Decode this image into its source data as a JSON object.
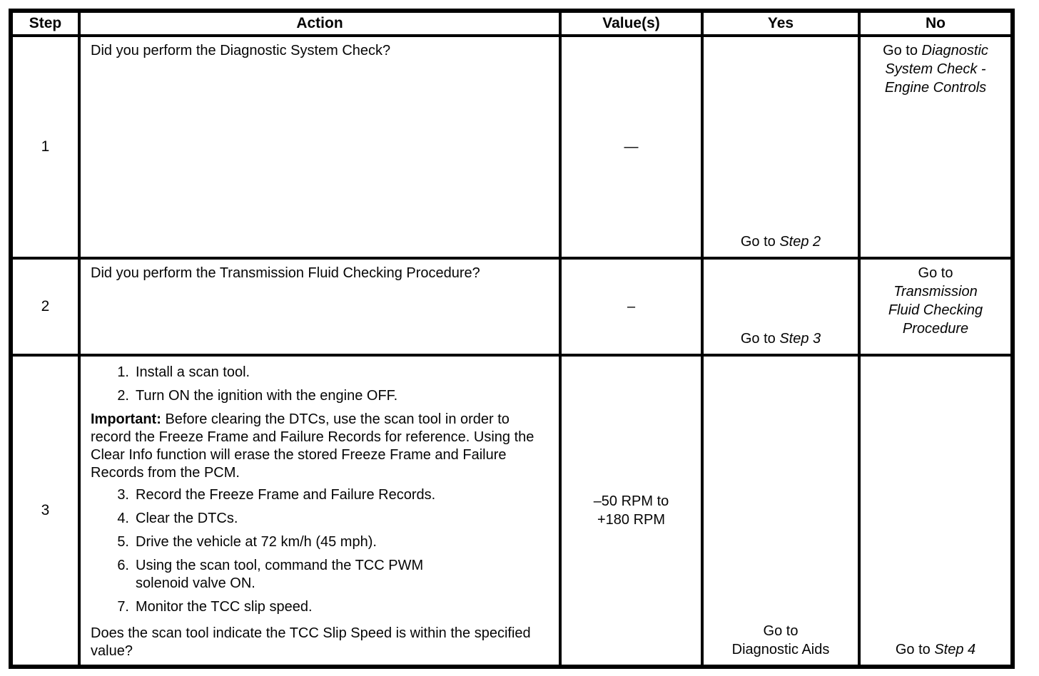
{
  "table": {
    "headers": {
      "step": "Step",
      "action": "Action",
      "values": "Value(s)",
      "yes": "Yes",
      "no": "No"
    },
    "rows": [
      {
        "step": "1",
        "action": {
          "question": "Did you perform the Diagnostic System Check?"
        },
        "value": "—",
        "yes": {
          "prefix": "Go to ",
          "ref": "Step 2"
        },
        "no": {
          "prefix": "Go to ",
          "ref": "Diagnostic System Check - Engine Controls"
        }
      },
      {
        "step": "2",
        "action": {
          "question": "Did you perform the Transmission Fluid Checking Procedure?"
        },
        "value": "–",
        "yes": {
          "prefix": "Go to ",
          "ref": "Step 3"
        },
        "no": {
          "prefix": "Go to",
          "ref": "Transmission Fluid Checking Procedure"
        }
      },
      {
        "step": "3",
        "action": {
          "steps_a": [
            {
              "n": "1.",
              "text": "Install a scan tool."
            },
            {
              "n": "2.",
              "text": "Turn ON the ignition with the engine OFF."
            }
          ],
          "important_label": "Important:",
          "important_text": "Before clearing the DTCs, use the scan tool in order to record the Freeze Frame and Failure Records for reference. Using the Clear Info function will erase the stored Freeze Frame and Failure Records from the PCM.",
          "steps_b": [
            {
              "n": "3.",
              "text": "Record the Freeze Frame and Failure Records."
            },
            {
              "n": "4.",
              "text": "Clear the DTCs."
            },
            {
              "n": "5.",
              "text": "Drive the vehicle at 72 km/h (45 mph)."
            },
            {
              "n": "6.",
              "text": "Using the scan tool, command the TCC PWM solenoid valve ON."
            },
            {
              "n": "7.",
              "text": "Monitor the TCC slip speed."
            }
          ],
          "question": "Does the scan tool indicate the TCC Slip Speed is within the specified value?"
        },
        "value": "–50 RPM to +180 RPM",
        "yes": {
          "line1": "Go to",
          "line2": "Diagnostic Aids"
        },
        "no": {
          "prefix": "Go to ",
          "ref": "Step 4"
        }
      }
    ]
  }
}
